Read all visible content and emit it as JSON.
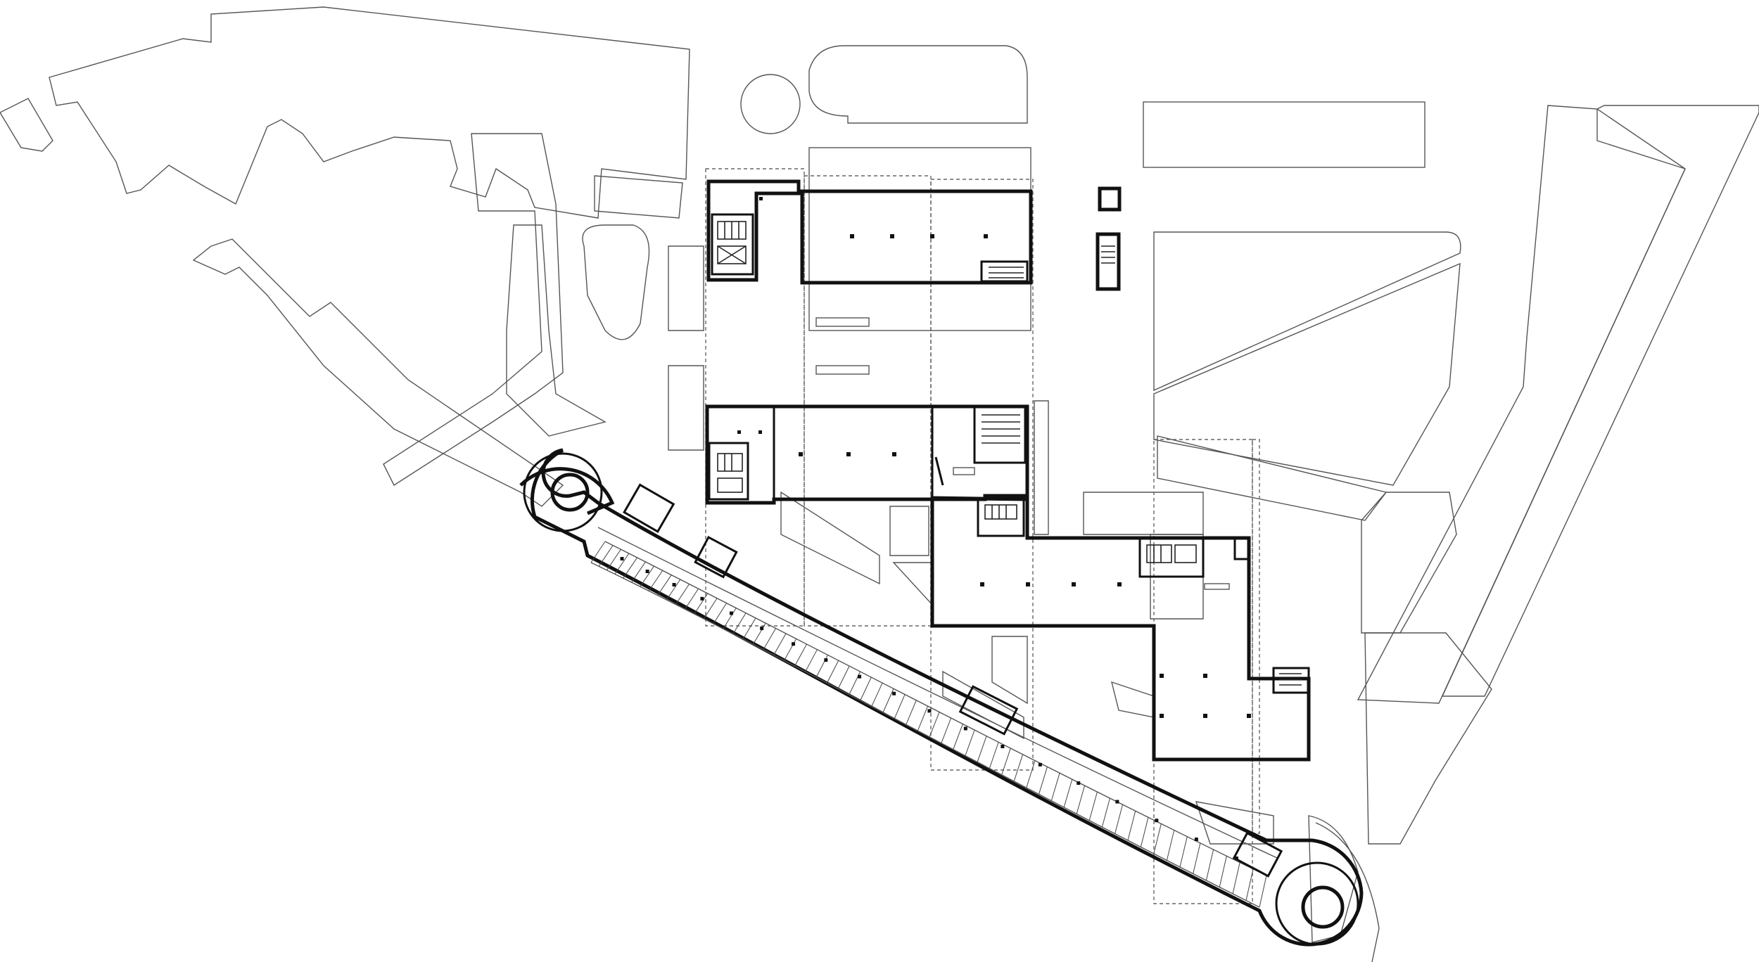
{
  "colors": {
    "background": "#ffffff",
    "context_line": "#555555",
    "wall": "#111111",
    "dashed_outline": "#666666"
  },
  "plan": {
    "buildings": [
      {
        "id": "north-block"
      },
      {
        "id": "middle-block"
      },
      {
        "id": "east-block"
      },
      {
        "id": "curved-parking-block"
      }
    ]
  }
}
